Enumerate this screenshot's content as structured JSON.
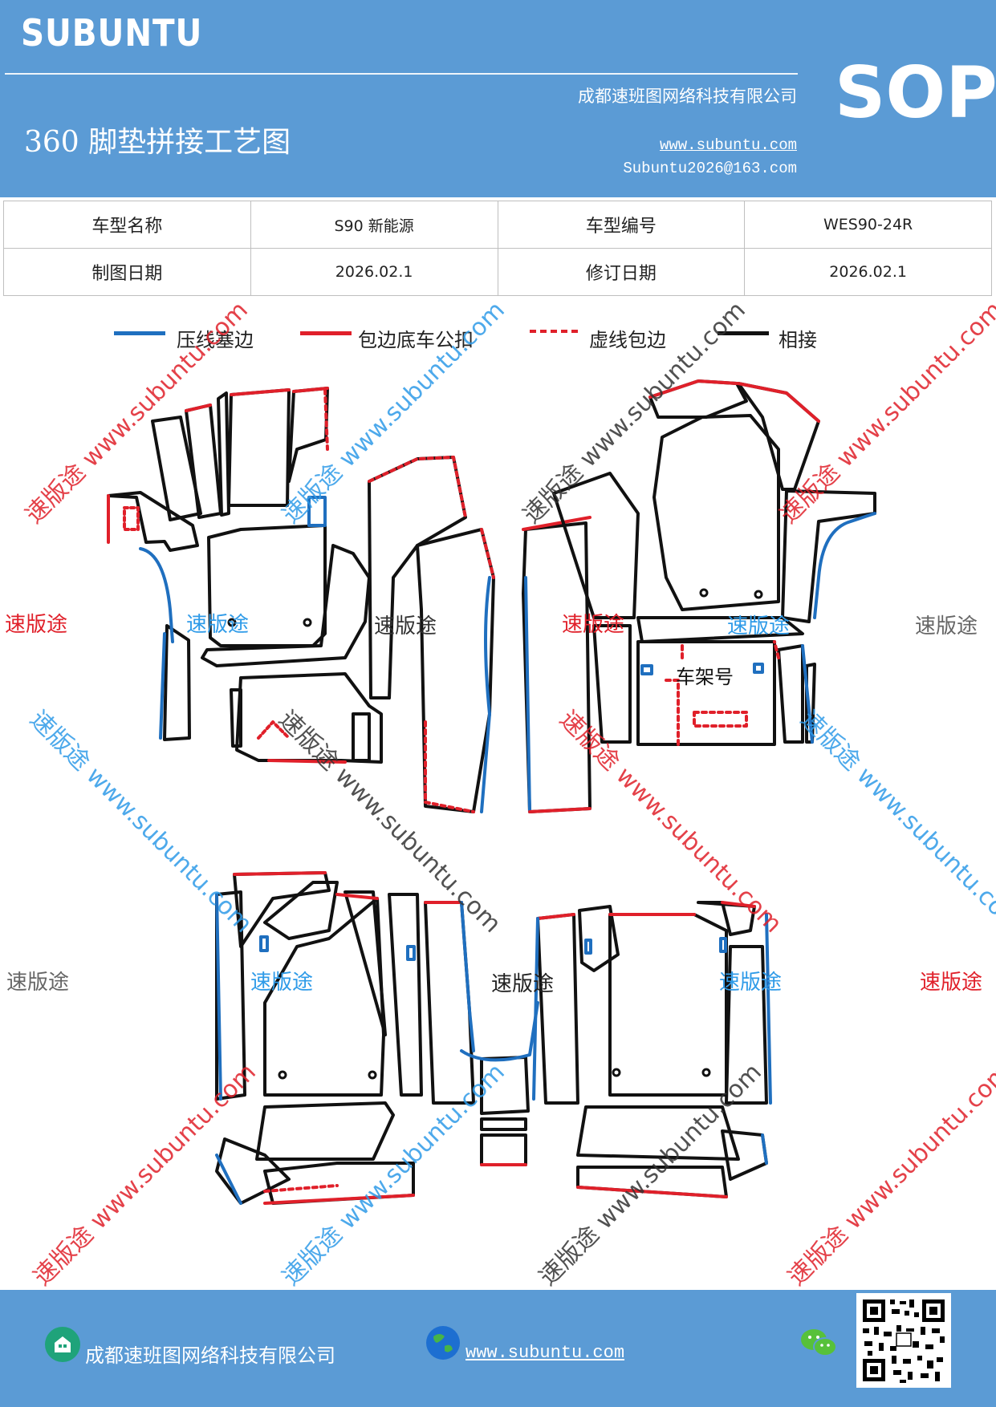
{
  "header": {
    "brand": "SUBUNTU",
    "title": "360 脚垫拼接工艺图",
    "company": "成都速班图网络科技有限公司",
    "website": "www.subuntu.com",
    "email": "Subuntu2026@163.com",
    "sop": "SOP"
  },
  "info_table": [
    [
      "车型名称",
      "S90 新能源",
      "车型编号",
      "WES90-24R"
    ],
    [
      "制图日期",
      "2026.02.1",
      "修订日期",
      "2026.02.1"
    ]
  ],
  "legend": [
    {
      "label": "压线塞边",
      "color": "#1f6fbf",
      "style": "solid"
    },
    {
      "label": "包边底车公扣",
      "color": "#e0202a",
      "style": "solid"
    },
    {
      "label": "虚线包边",
      "color": "#e0202a",
      "style": "dashed"
    },
    {
      "label": "相接",
      "color": "#111111",
      "style": "solid"
    }
  ],
  "drawing_label": "车架号",
  "watermarks": {
    "short": "速版途",
    "long": "速版途 www.subuntu.com",
    "url": "www.subuntu.com"
  },
  "colors": {
    "header_bg": "#5b9bd5",
    "blue_edge": "#1f6fbf",
    "red_edge": "#e0202a",
    "outline": "#111111"
  },
  "footer": {
    "company": "成都速班图网络科技有限公司",
    "website": "www.subuntu.com"
  },
  "icons": [
    "building-icon",
    "globe-icon",
    "wechat-icon",
    "qr-code"
  ]
}
